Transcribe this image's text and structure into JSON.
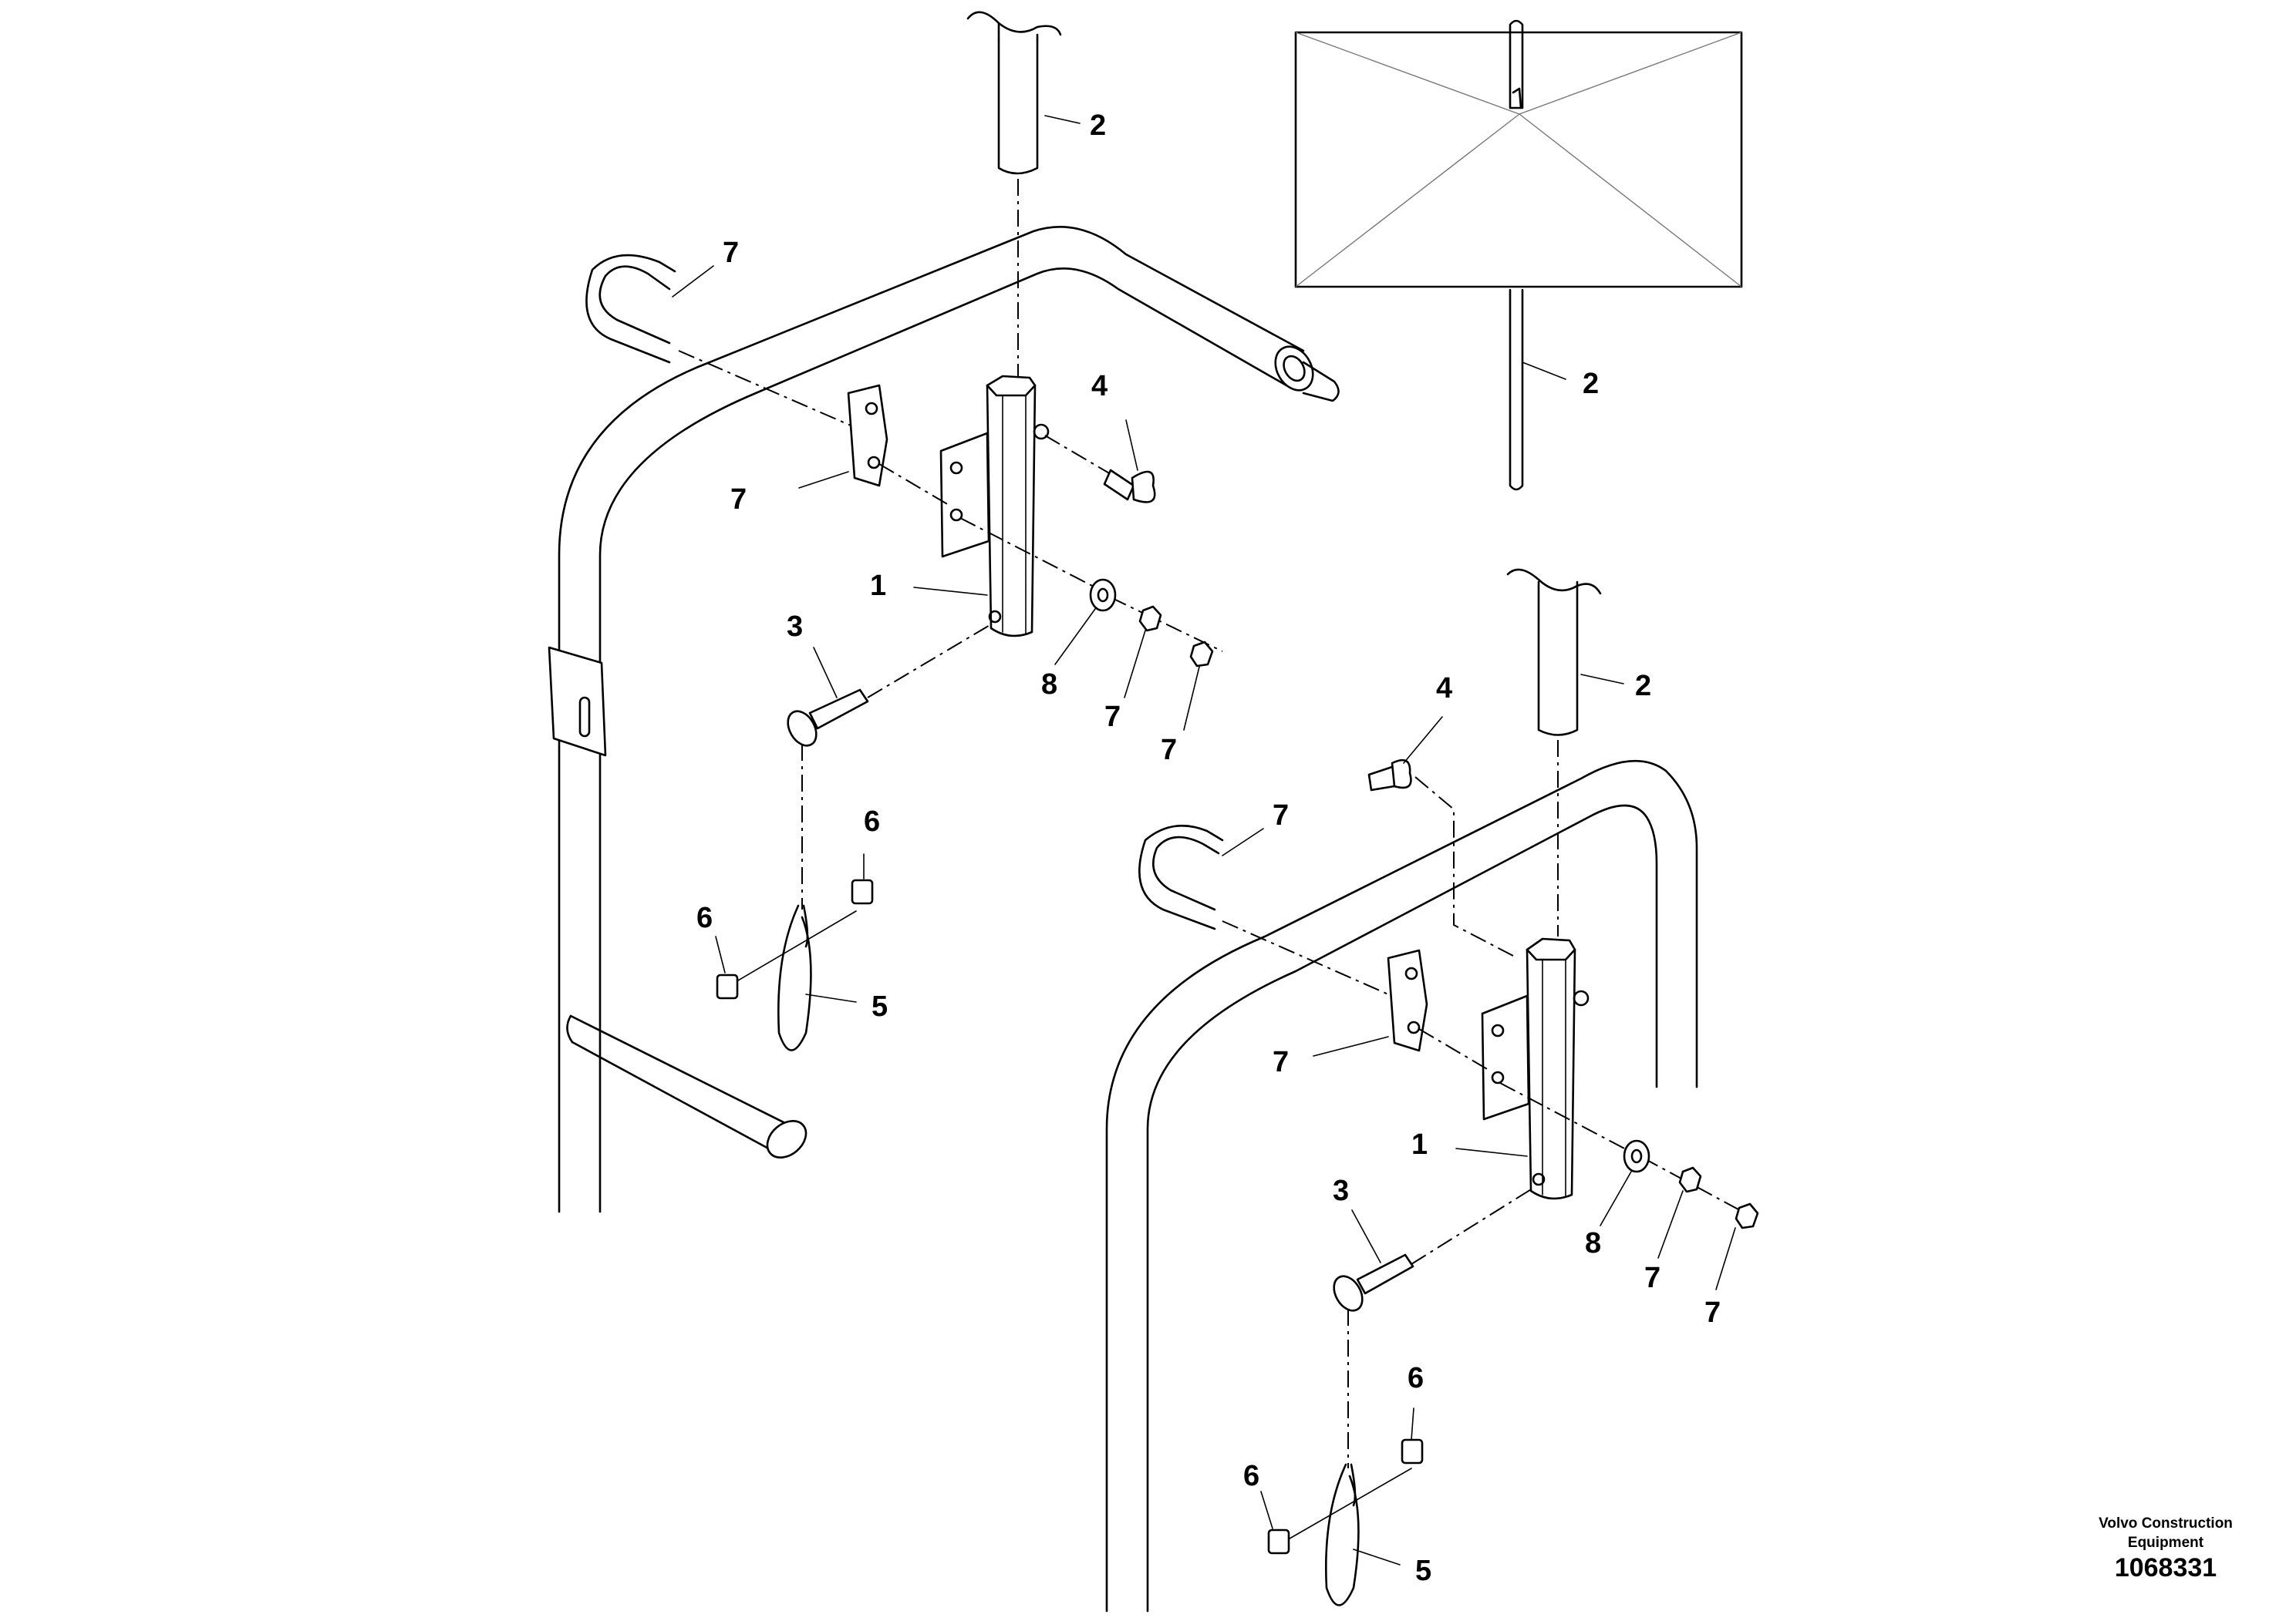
{
  "callouts": {
    "a_1": "1",
    "a_2": "2",
    "a_3": "3",
    "a_4": "4",
    "a_5": "5",
    "a_6a": "6",
    "a_6b": "6",
    "a_7a": "7",
    "a_7b": "7",
    "a_7c": "7",
    "a_7d": "7",
    "a_8": "8",
    "b_1": "1",
    "b_2": "2",
    "b_3": "3",
    "b_4": "4",
    "b_5": "5",
    "b_6a": "6",
    "b_6b": "6",
    "b_7a": "7",
    "b_7b": "7",
    "b_7c": "7",
    "b_7d": "7",
    "b_8": "8",
    "c_2": "2"
  },
  "footer": {
    "brand_line1": "Volvo Construction",
    "brand_line2": "Equipment",
    "code": "1068331"
  }
}
